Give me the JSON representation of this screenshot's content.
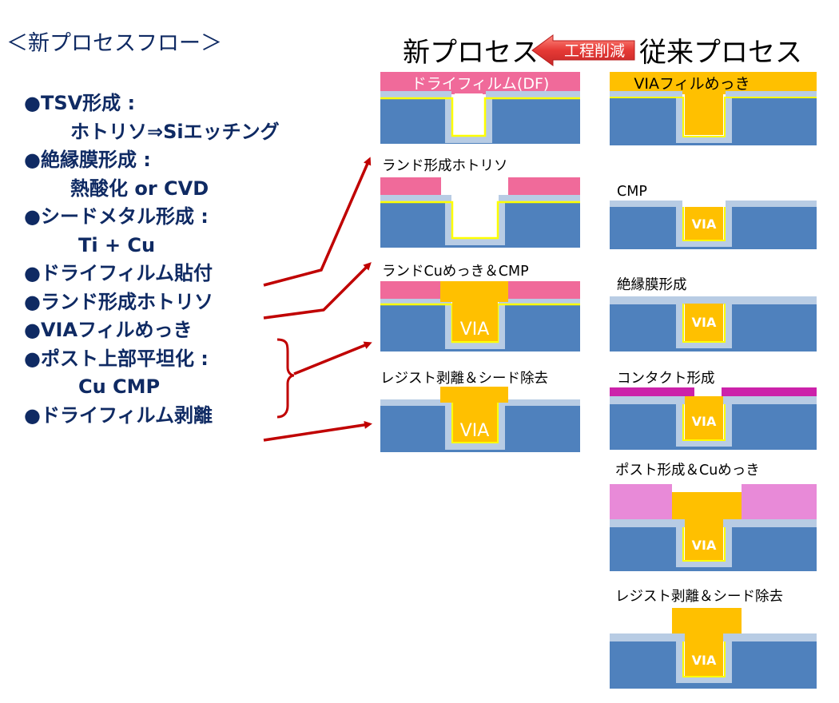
{
  "title": {
    "flow_heading": "＜新プロセスフロー＞",
    "new_process": "新プロセス",
    "reduction_badge": "工程削減",
    "conventional_process": "従来プロセス"
  },
  "flow_steps": [
    {
      "text": "●TSV形成 :"
    },
    {
      "text": "ホトリソ⇒Siエッチング"
    },
    {
      "text": "●絶縁膜形成 :"
    },
    {
      "text": "熱酸化 or CVD"
    },
    {
      "text": "●シードメタル形成 :"
    },
    {
      "text": "Ti + Cu"
    },
    {
      "text": "●ドライフィルム貼付"
    },
    {
      "text": "●ランド形成ホトリソ"
    },
    {
      "text": "●VIAフィルめっき"
    },
    {
      "text": "●ポスト上部平坦化 :"
    },
    {
      "text": "Cu CMP"
    },
    {
      "text": "●ドライフィルム剥離"
    }
  ],
  "new_process_stages": [
    {
      "label": "ドライフィルム(DF)"
    },
    {
      "label": "ランド形成ホトリソ"
    },
    {
      "label": "ランドCuめっき＆CMP",
      "via": "VIA"
    },
    {
      "label": "レジスト剥離＆シード除去",
      "via": "VIA"
    }
  ],
  "conventional_stages": [
    {
      "label": "VIAフィルめっき"
    },
    {
      "label": "CMP",
      "via": "VIA"
    },
    {
      "label": "絶縁膜形成",
      "via": "VIA"
    },
    {
      "label": "コンタクト形成",
      "via": "VIA"
    },
    {
      "label": "ポスト形成＆Cuめっき",
      "via": "VIA"
    },
    {
      "label": "レジスト剥離＆シード除去",
      "via": "VIA"
    }
  ],
  "colors": {
    "silicon": "#4f81bd",
    "insulator": "#b8cce4",
    "seed": "#ffff00",
    "copper": "#ffc000",
    "dry_film": "#f06a9a",
    "contact_resist": "#cc22aa",
    "post_resist": "#e88ad8",
    "arrow": "#c00000",
    "text_navy": "#0f2a63"
  },
  "icons": {
    "reduction_arrow": "left-arrow-icon",
    "bracket": "right-brace-icon"
  }
}
